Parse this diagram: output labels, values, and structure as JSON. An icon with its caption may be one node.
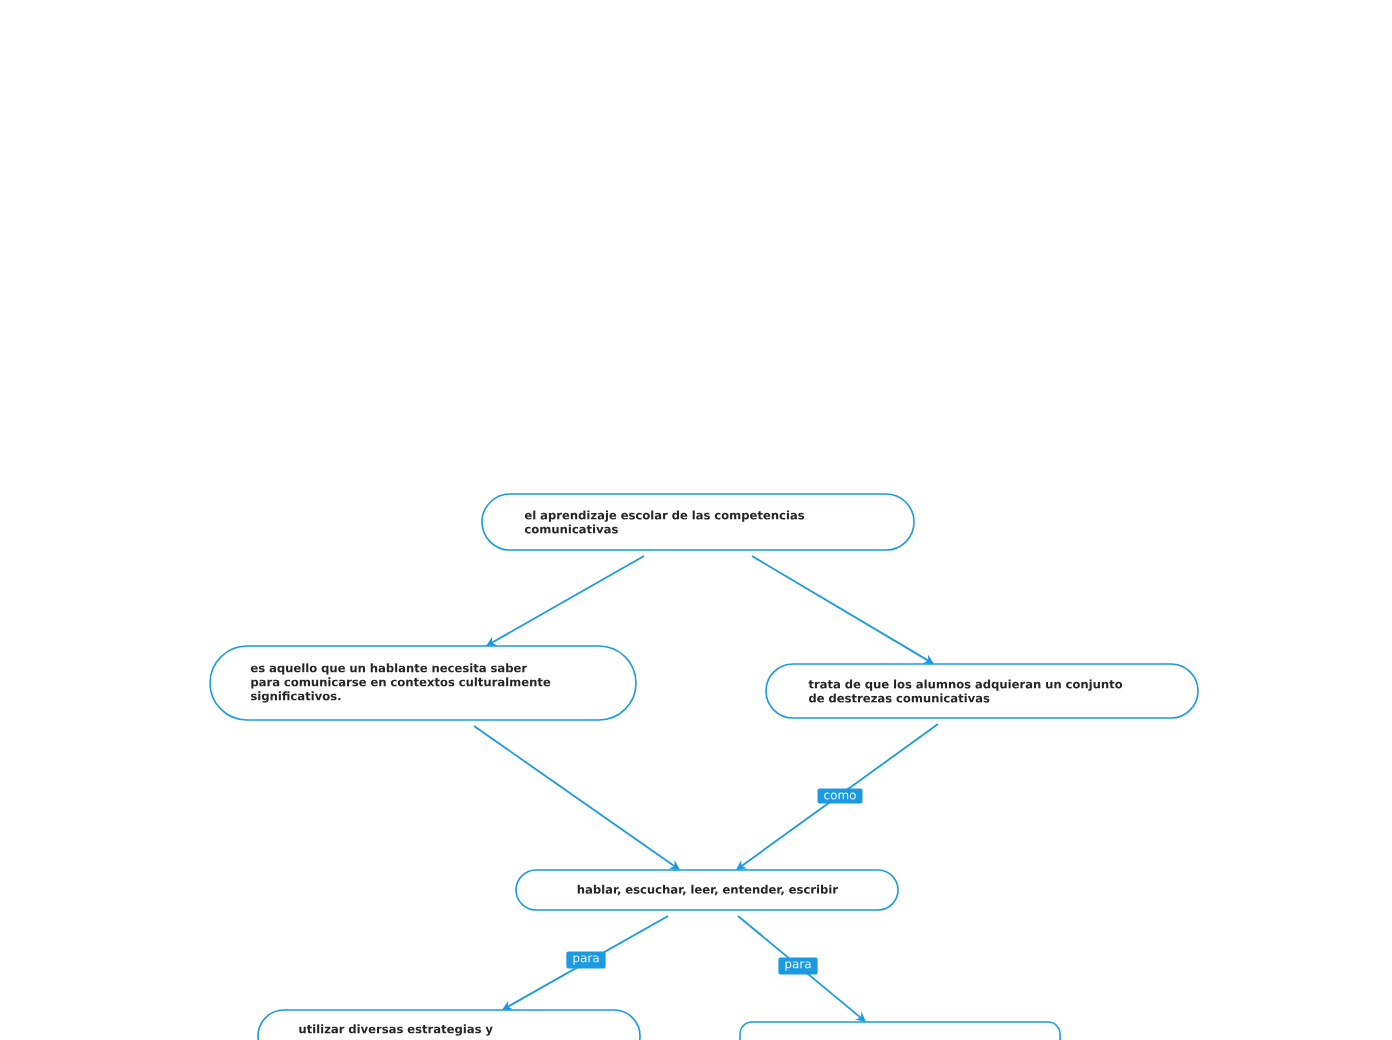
{
  "diagram": {
    "nodes": [
      {
        "text": [
          "el aprendizaje escolar de las competencias comunicativas"
        ]
      },
      {
        "text": [
          "es aquello que un hablante necesita saber para comunicarse en contextos culturalmente significativos."
        ]
      },
      {
        "text": [
          "trata de que los alumnos adquieran un conjunto de destrezas comunicativas"
        ]
      },
      {
        "text": [
          "hablar, escuchar, leer, entender, escribir"
        ]
      },
      {
        "text": [
          "utilizar diversas estrategias y"
        ]
      },
      {
        "text": [],
        "shape": "box"
      }
    ],
    "edges": [
      {
        "from": 0,
        "to": 1,
        "arrow": "to"
      },
      {
        "from": 0,
        "to": 2,
        "arrow": "to"
      },
      {
        "from": 1,
        "to": 3,
        "arrow": "to"
      },
      {
        "from": 2,
        "to": 3,
        "arrow": "to",
        "label": "como"
      },
      {
        "from": 3,
        "to": 4,
        "arrow": "to",
        "label": "para"
      },
      {
        "from": 3,
        "to": 5,
        "arrow": "to",
        "label": "para"
      }
    ]
  }
}
